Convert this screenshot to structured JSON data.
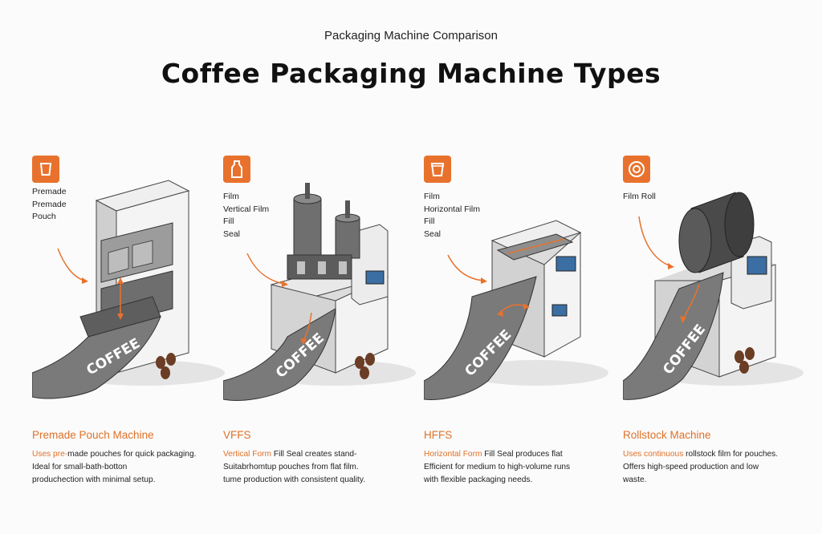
{
  "header": {
    "eyebrow": "Packaging Machine Comparison",
    "title": "Coffee Packaging Machine Types"
  },
  "accent_color": "#e8722d",
  "columns": [
    {
      "icon": "pouch-icon",
      "labels": [
        "Premade",
        "Premade",
        "Pouch"
      ],
      "film_text": "COFFEE",
      "heading": "Premade Pouch Machine",
      "desc": [
        {
          "hl": "Uses pre-",
          "rest": "made pouches for quick packaging."
        },
        {
          "hl": "",
          "rest": "Ideal for small-bath-botton"
        },
        {
          "hl": "",
          "rest": "produchection with minimal setup."
        }
      ]
    },
    {
      "icon": "bottle-icon",
      "labels": [
        "Film",
        "Vertical Film",
        "Fill",
        "Seal"
      ],
      "film_text": "COFFEE",
      "heading": "VFFS",
      "desc": [
        {
          "hl": "Vertical Form",
          "rest": " Fill Seal creates stand-"
        },
        {
          "hl": "",
          "rest": "Suitabrhomtup pouches from flat film."
        },
        {
          "hl": "",
          "rest": "tume production with consistent quality."
        }
      ]
    },
    {
      "icon": "cup-icon",
      "labels": [
        "Film",
        "Horizontal Film",
        "Fill",
        "Seal"
      ],
      "film_text": "COFFEE",
      "heading": "HFFS",
      "desc": [
        {
          "hl": "Horizontal Form",
          "rest": " Fill Seal produces flat"
        },
        {
          "hl": "",
          "rest": "Efficient for medium to high-volume runs"
        },
        {
          "hl": "",
          "rest": "with flexible packaging needs."
        }
      ]
    },
    {
      "icon": "film-roll-icon",
      "labels": [
        "Film Roll"
      ],
      "film_text": "COFFEE",
      "heading": "Rollstock Machine",
      "desc": [
        {
          "hl": "Uses continuous",
          "rest": " rollstock film for pouches."
        },
        {
          "hl": "",
          "rest": "Offers high-speed production and low"
        },
        {
          "hl": "",
          "rest": "waste."
        }
      ]
    }
  ]
}
